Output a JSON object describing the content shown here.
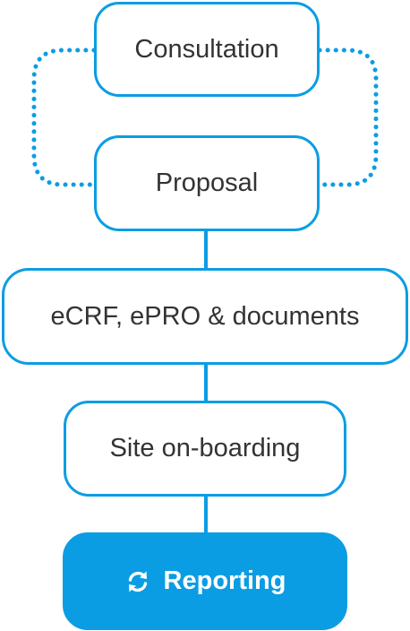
{
  "diagram": {
    "accent_color": "#0b9de3",
    "text_color": "#333333",
    "steps": [
      {
        "label": "Consultation"
      },
      {
        "label": "Proposal"
      },
      {
        "label": "eCRF, ePRO & documents"
      },
      {
        "label": "Site on-boarding"
      },
      {
        "label": "Reporting",
        "icon": "refresh-icon",
        "highlighted": true
      }
    ],
    "loop": {
      "from": "Consultation",
      "to": "Proposal",
      "style": "dotted",
      "sides": [
        "left",
        "right"
      ]
    }
  }
}
